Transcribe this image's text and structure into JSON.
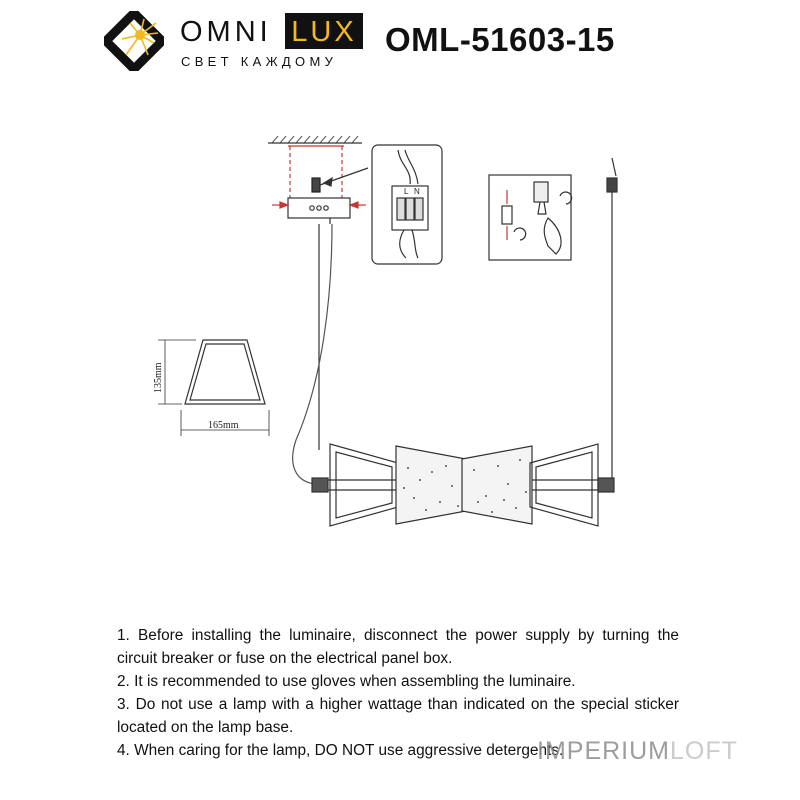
{
  "brand": {
    "name_part1": "OMNI",
    "name_part2": "LUX",
    "tagline": "СВЕТ КАЖДОМУ",
    "colors": {
      "dark": "#111111",
      "accent": "#f2b91e"
    }
  },
  "model": "OML-51603-15",
  "drawing": {
    "shade_height_label": "135mm",
    "shade_width_label": "165mm",
    "terminal_labels": [
      "L",
      "N"
    ]
  },
  "instructions": [
    "1. Before installing the luminaire, disconnect the power supply by turning the circuit breaker or fuse on the electrical panel box.",
    "2. It is recommended to use gloves when assembling the luminaire.",
    "3. Do not use a lamp with a higher wattage than indicated on the special sticker located on the lamp base.",
    "4. When caring for the lamp, DO NOT use aggressive detergents."
  ],
  "watermark": {
    "part1": "IMPERIUM",
    "part2": "LOFT"
  }
}
